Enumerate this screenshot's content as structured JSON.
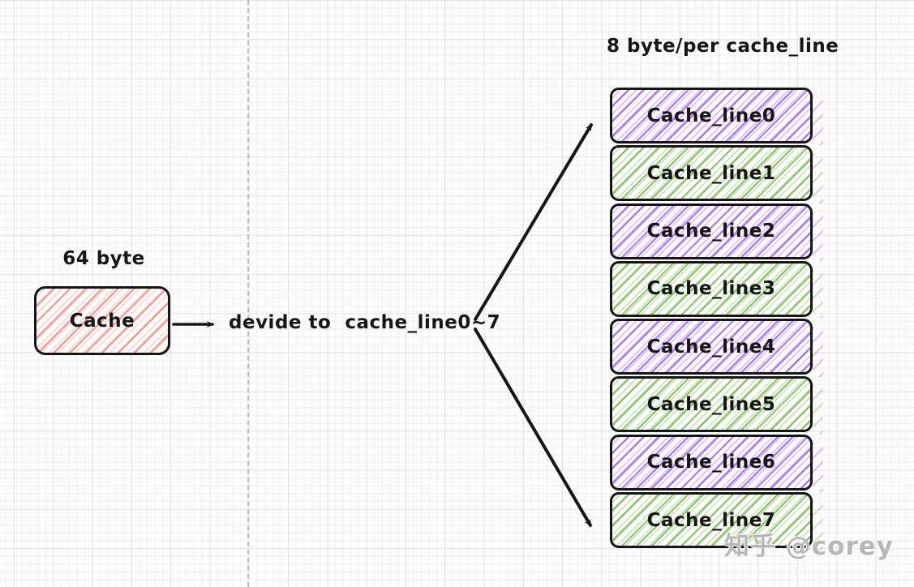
{
  "title": "8 byte/per cache_line",
  "source": {
    "size_label": "64 byte",
    "label": "Cache"
  },
  "action_label": "devide to  cache_line0~7",
  "cache_lines": [
    {
      "label": "Cache_line0",
      "color": "purple"
    },
    {
      "label": "Cache_line1",
      "color": "green"
    },
    {
      "label": "Cache_line2",
      "color": "purple"
    },
    {
      "label": "Cache_line3",
      "color": "green"
    },
    {
      "label": "Cache_line4",
      "color": "purple"
    },
    {
      "label": "Cache_line5",
      "color": "green"
    },
    {
      "label": "Cache_line6",
      "color": "purple"
    },
    {
      "label": "Cache_line7",
      "color": "green"
    }
  ],
  "watermark": "知乎 @corey",
  "colors": {
    "purple_strong": "rgba(154,101,224,0.80)",
    "purple_light": "rgba(176,130,232,0.45)",
    "green_strong": "rgba(123,181,92,0.80)",
    "green_light": "rgba(145,196,118,0.45)",
    "red_strong": "rgba(222,127,114,0.70)",
    "red_light": "rgba(232,155,145,0.40)",
    "ink": "#161616"
  }
}
